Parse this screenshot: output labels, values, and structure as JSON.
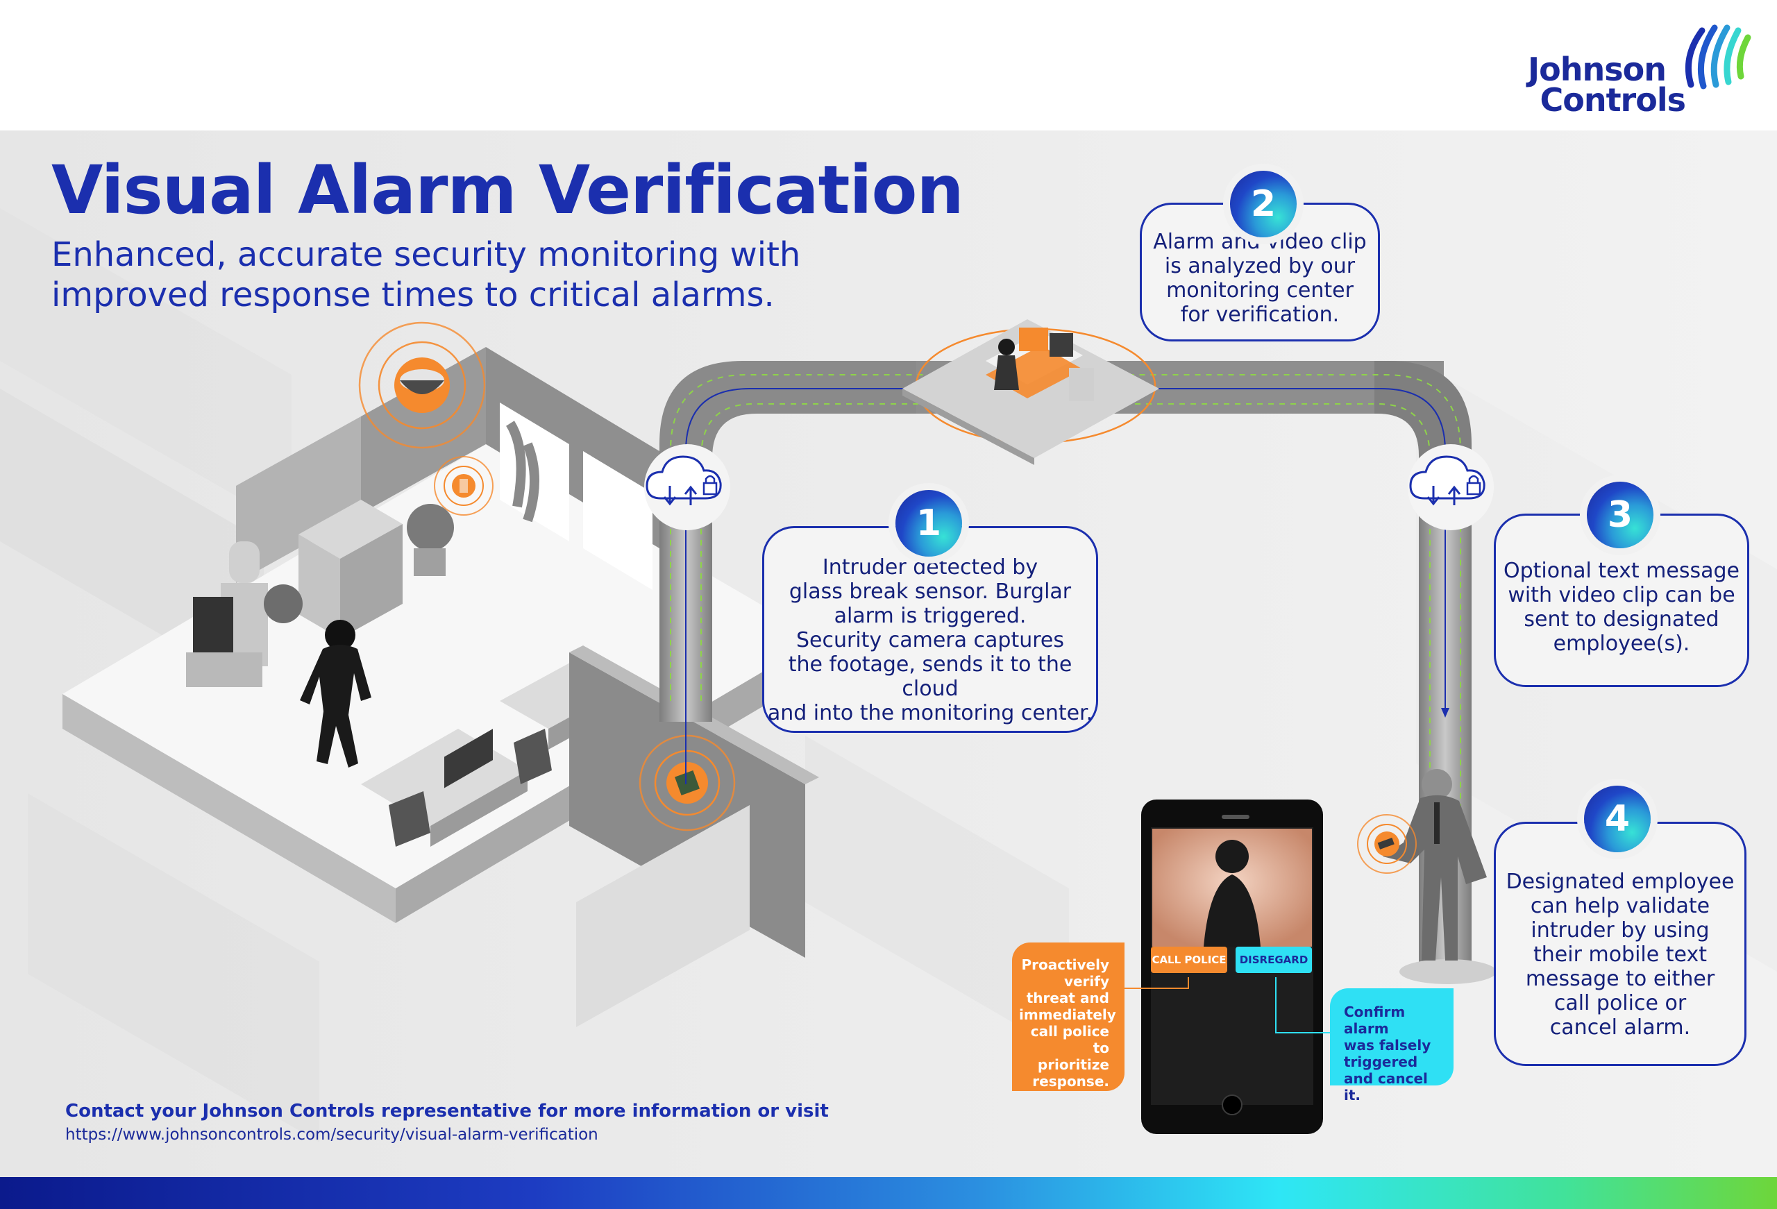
{
  "brand": {
    "logo_line1": "Johnson",
    "logo_line2": "Controls",
    "colors": {
      "navy": "#1b2fae",
      "orange": "#f58a2e",
      "cyan": "#2fe0f4",
      "green": "#6ed63a"
    }
  },
  "header": {
    "title": "Visual Alarm Verification",
    "subtitle": "Enhanced, accurate security monitoring with improved response times to critical alarms."
  },
  "steps": [
    {
      "number": "1",
      "text": "Intruder detected by\nglass break sensor. Burglar\nalarm is triggered.\nSecurity camera captures\nthe footage, sends it to the cloud\nand into the monitoring center."
    },
    {
      "number": "2",
      "text": "Alarm and video clip\nis analyzed by our\nmonitoring center\nfor verification."
    },
    {
      "number": "3",
      "text": "Optional text message\nwith video clip can be\nsent to designated\nemployee(s)."
    },
    {
      "number": "4",
      "text": "Designated employee\ncan help validate\nintruder by using\ntheir mobile text\nmessage to either\ncall police or\ncancel alarm."
    }
  ],
  "phone": {
    "call_police_label": "CALL POLICE",
    "disregard_label": "DISREGARD"
  },
  "callouts": {
    "police": "Proactively\nverify\nthreat and\nimmediately\ncall police to\nprioritize\nresponse.",
    "cancel": "Confirm alarm\nwas falsely\ntriggered\nand cancel it."
  },
  "icons": {
    "cloud": "cloud-upload-download-lock-icon",
    "camera": "security-camera-icon",
    "sensor": "glass-break-sensor-icon",
    "desk": "monitoring-center-icon"
  },
  "footer": {
    "contact": "Contact your Johnson Controls representative for more information or visit",
    "url": "https://www.johnsoncontrols.com/security/visual-alarm-verification"
  }
}
